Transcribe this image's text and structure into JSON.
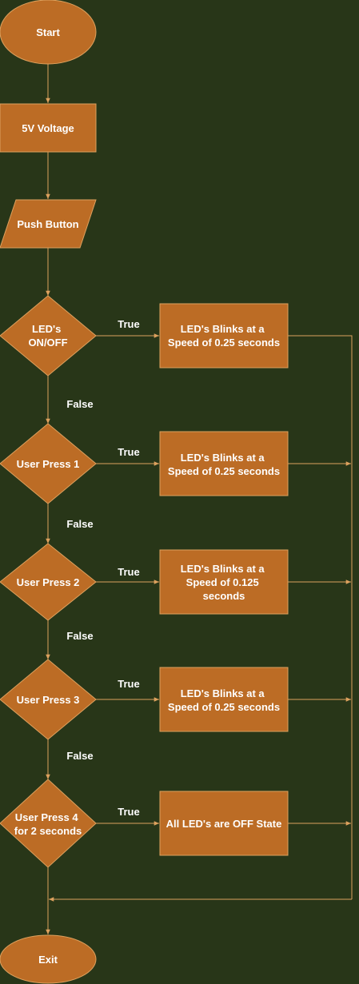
{
  "colors": {
    "background": "#283618",
    "node_fill": "#bc6c25",
    "node_stroke": "#dda15e",
    "line": "#dda15e",
    "text": "#ffffff"
  },
  "nodes": {
    "start": "Start",
    "voltage": "5V Voltage",
    "push_button": "Push Button",
    "d1": [
      "LED's",
      "ON/OFF"
    ],
    "d2": [
      "User Press 1"
    ],
    "d3": [
      "User Press 2"
    ],
    "d4": [
      "User Press 3"
    ],
    "d5": [
      "User Press 4",
      "for 2 seconds"
    ],
    "p1": [
      "LED's Blinks at a",
      "Speed of 0.25 seconds"
    ],
    "p2": [
      "LED's Blinks at a",
      "Speed of 0.25 seconds"
    ],
    "p3": [
      "LED's Blinks at a",
      "Speed of 0.125",
      "seconds"
    ],
    "p4": [
      "LED's Blinks at a",
      "Speed of 0.25 seconds"
    ],
    "p5": [
      "All LED's are OFF State"
    ],
    "exit": "Exit"
  },
  "edge_labels": {
    "true": "True",
    "false": "False"
  }
}
